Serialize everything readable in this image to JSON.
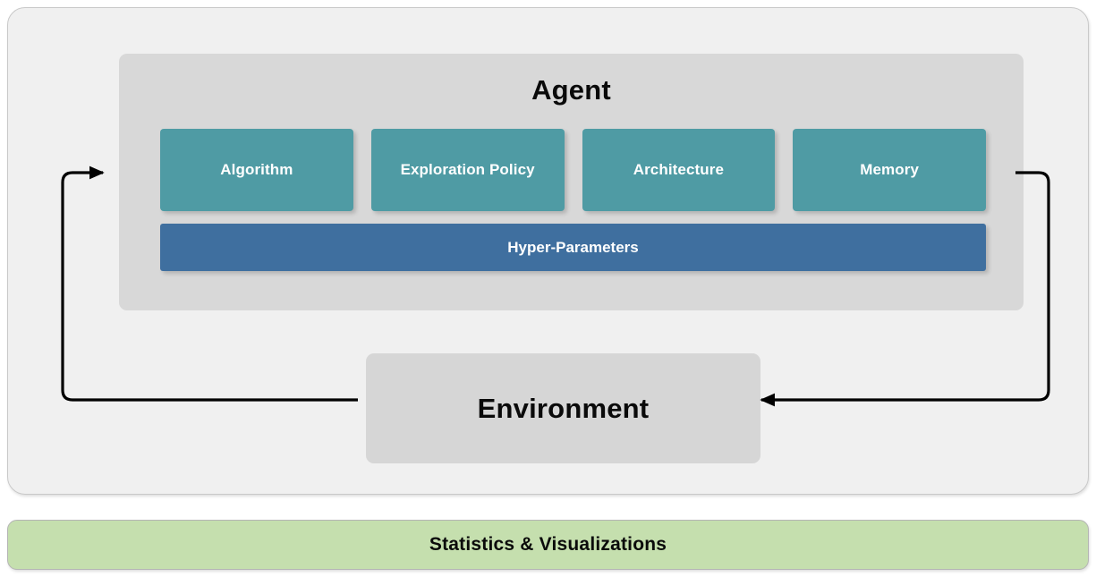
{
  "diagram": {
    "title_hidden": "",
    "agent": {
      "label": "Agent",
      "components": [
        {
          "label": "Algorithm",
          "color": "#4f9ba4"
        },
        {
          "label": "Exploration Policy",
          "color": "#4f9ba4"
        },
        {
          "label": "Architecture",
          "color": "#4f9ba4"
        },
        {
          "label": "Memory",
          "color": "#4f9ba4"
        }
      ],
      "hyper_parameters": {
        "label": "Hyper-Parameters",
        "color": "#3f6f9f"
      },
      "panel_color": "#d8d8d8"
    },
    "environment": {
      "label": "Environment",
      "panel_color": "#d6d6d6"
    },
    "statistics": {
      "label": "Statistics & Visualizations",
      "panel_color": "#c5dfae"
    },
    "loop_panel": {
      "color": "#f0f0f0",
      "border_color": "#c9c9c9"
    },
    "connectors": [
      {
        "name": "environment-to-agent",
        "from": "Environment",
        "to": "Agent",
        "direction": "left-side loop upward, arrowhead points right into Agent"
      },
      {
        "name": "agent-to-environment",
        "from": "Agent",
        "to": "Environment",
        "direction": "right-side loop downward, arrowhead points left into Environment"
      }
    ],
    "connector_color": "#000000"
  }
}
